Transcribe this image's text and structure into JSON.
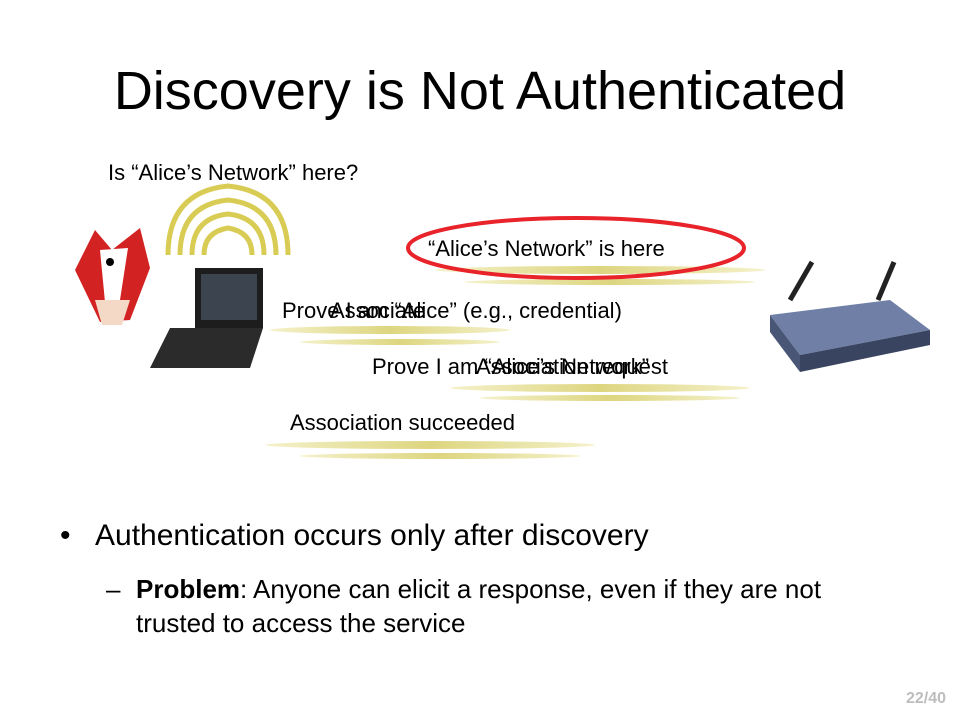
{
  "title": "Discovery is Not Authenticated",
  "labels": {
    "question": "Is “Alice’s Network” here?",
    "response": "“Alice’s Network” is here",
    "prove_alice": "Prove I am “Alice” (e.g., credential)",
    "associate1": "Associate",
    "prove_network": "Prove I am “Alice’s Network”",
    "associate2": "Association request",
    "succeeded": "Association succeeded"
  },
  "bullets": {
    "main": "Authentication occurs only after discovery",
    "sub_bold": "Problem",
    "sub_rest": ": Anyone can elicit a response, even if they are not trusted to access the service"
  },
  "page_number": "22/40",
  "colors": {
    "highlight_ellipse": "#e8232a",
    "wave": "#d8cf6a"
  },
  "icons": [
    "devil-mascot-icon",
    "wifi-signal-icon",
    "laptop-icon",
    "wireless-router-icon"
  ]
}
